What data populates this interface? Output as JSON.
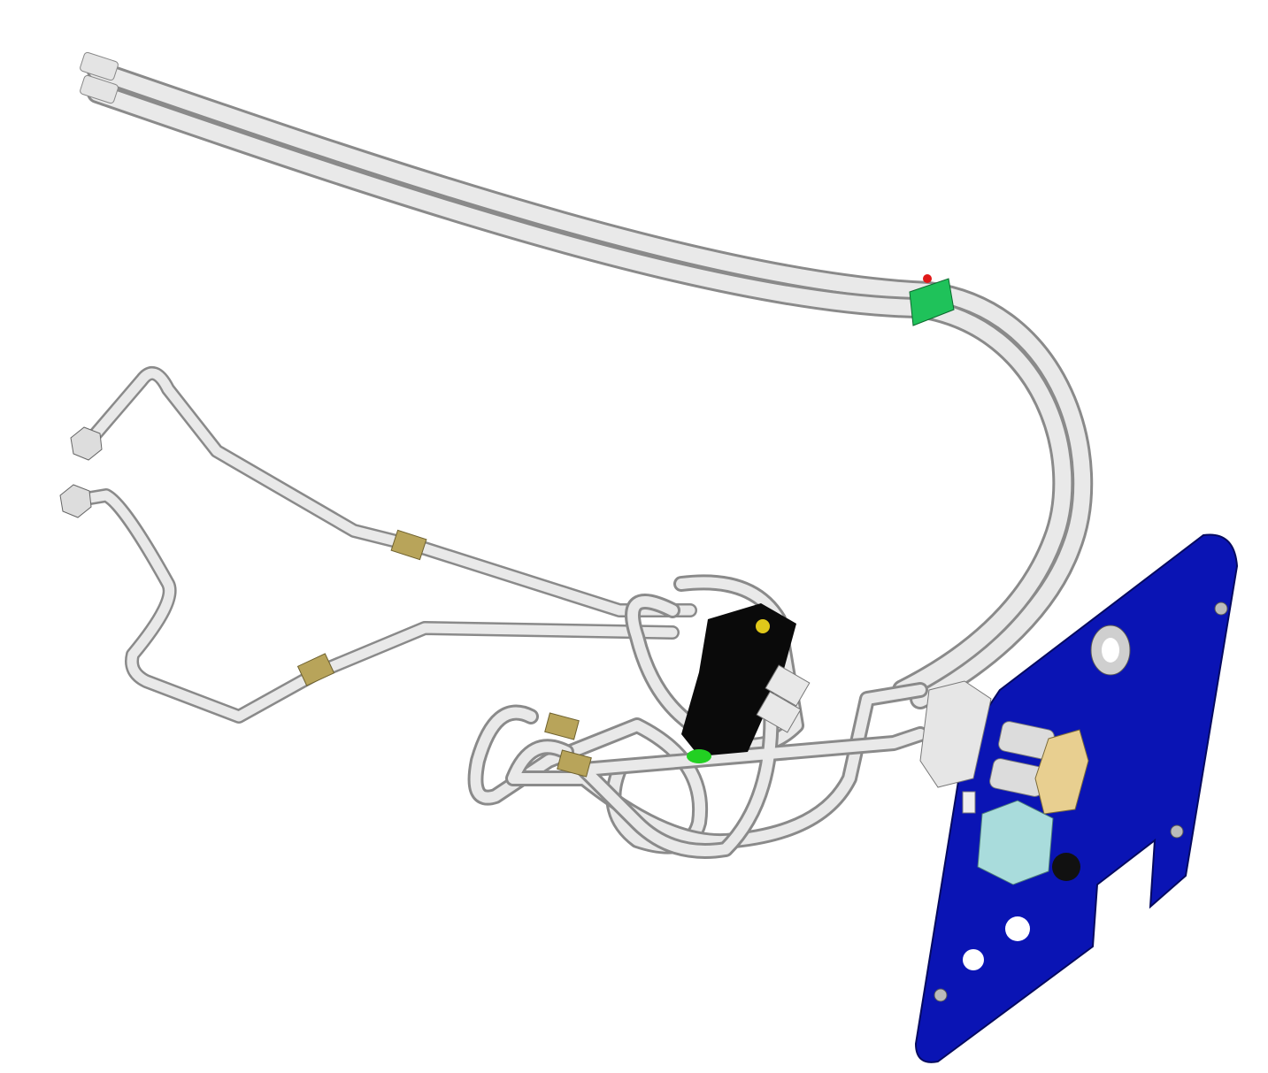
{
  "colors": {
    "background": "#ffffff",
    "tube": "#e6e6e6",
    "tube_outline": "#8a8a8a",
    "mounting_plate": "#0a14b4",
    "brass_sleeve": "#b8a45a",
    "clamp": "#1fc25a",
    "valve_block": "#0a0a0a",
    "solenoid": "#a9dcdc",
    "coupler": "#e8cf90"
  },
  "components": [
    {
      "name": "hydraulic-hose-pair"
    },
    {
      "name": "bent-tube-pair"
    },
    {
      "name": "hose-clamp"
    },
    {
      "name": "valve-block"
    },
    {
      "name": "mounting-plate"
    },
    {
      "name": "solenoid-valve"
    },
    {
      "name": "quick-couplers"
    }
  ]
}
